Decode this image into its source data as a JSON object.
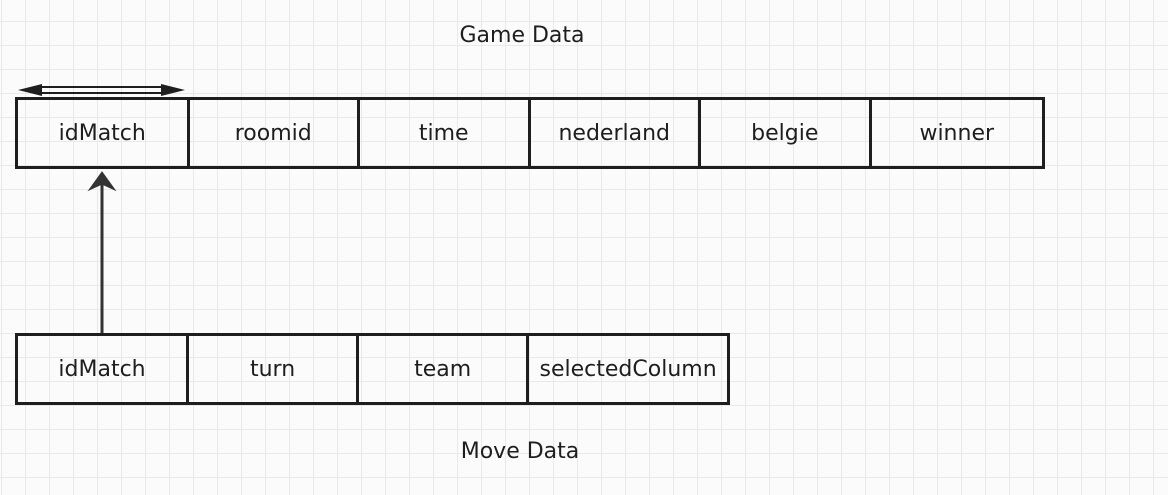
{
  "game": {
    "title": "Game Data",
    "columns": [
      "idMatch",
      "roomid",
      "time",
      "nederland",
      "belgie",
      "winner"
    ]
  },
  "move": {
    "title": "Move Data",
    "columns": [
      "idMatch",
      "turn",
      "team",
      "selectedColumn"
    ]
  },
  "colors": {
    "line": "#1e1e1e",
    "arrow": "#333333",
    "grid": "#e9e9e9",
    "background": "#fbfbfb"
  },
  "connectors": [
    {
      "from": "move.idMatch",
      "to": "game.idMatch",
      "style": "arrow"
    },
    {
      "on": "game.idMatch",
      "style": "double-headed-arrow"
    }
  ]
}
